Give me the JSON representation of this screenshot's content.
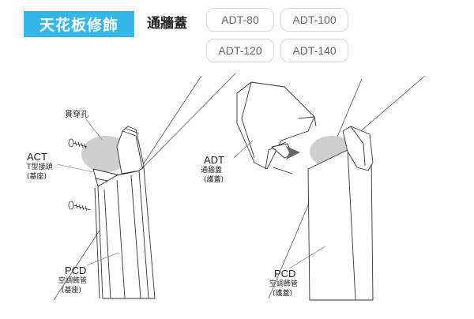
{
  "header": {
    "title": "天花板修飾",
    "subtitle": "通牆蓋",
    "models": [
      "ADT-80",
      "ADT-100",
      "ADT-120",
      "ADT-140"
    ]
  },
  "left_diagram": {
    "hole_label": "貫穿孔",
    "act_code": "ACT",
    "act_name": "T型接頭",
    "act_note": "(基座)",
    "pcd_code": "PCD",
    "pcd_name": "空調飾管",
    "pcd_note": "(基座)"
  },
  "right_diagram": {
    "adt_code": "ADT",
    "adt_name": "通牆蓋",
    "adt_note": "(護蓋)",
    "pcd_code": "PCD",
    "pcd_name": "空調飾管",
    "pcd_note": "(護蓋)"
  },
  "colors": {
    "badge": "#35b6e8",
    "hole_fill": "#cfcfcf",
    "line": "#333333"
  }
}
